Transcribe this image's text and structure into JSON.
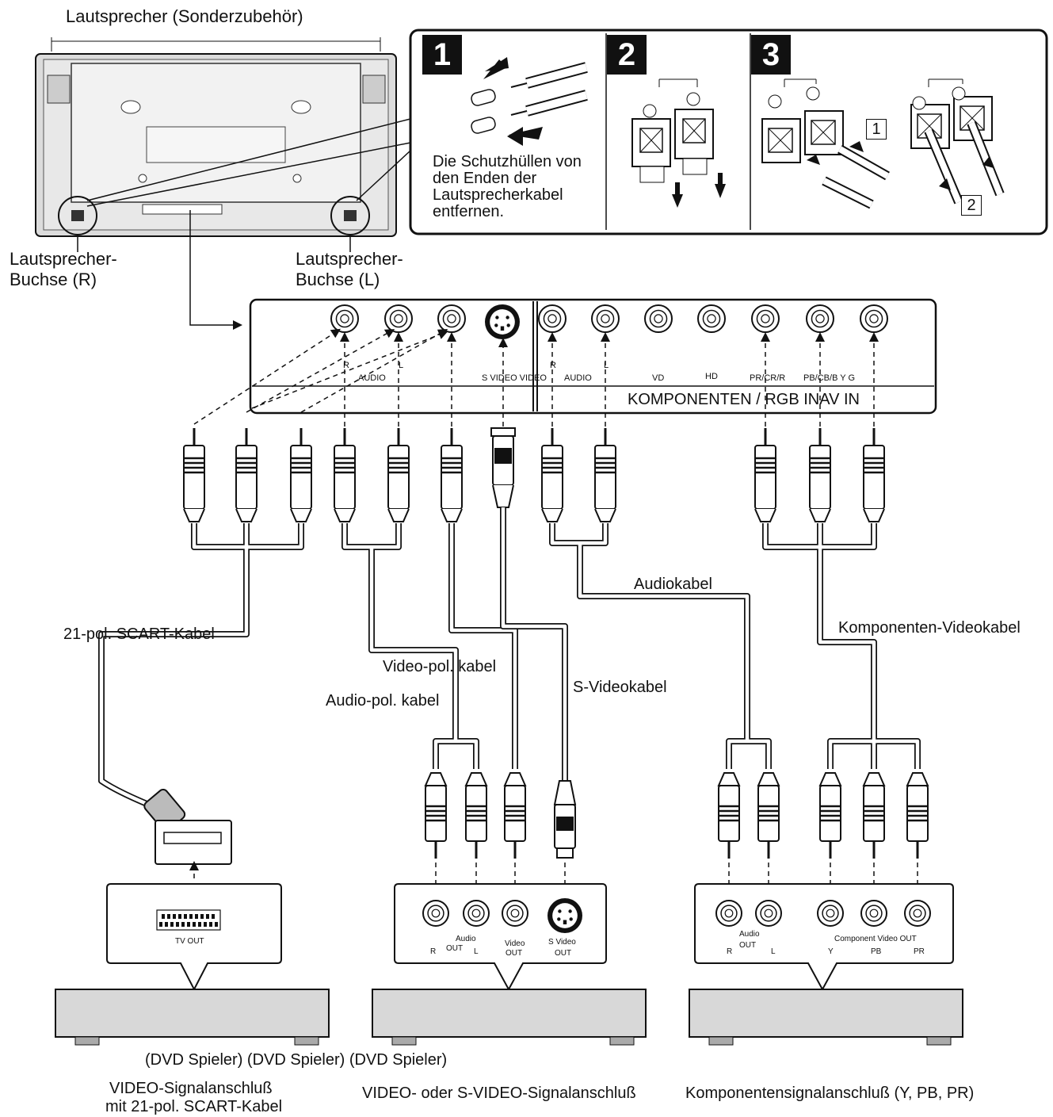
{
  "top": {
    "speakers_label": "Lautsprecher (Sonderzubehör)",
    "jack_r_line1": "Lautsprecher-",
    "jack_r_line2": "Buchse (R)",
    "jack_l_line1": "Lautsprecher-",
    "jack_l_line2": "Buchse (L)"
  },
  "steps": {
    "step1_num": "1",
    "step2_num": "2",
    "step3_num": "3",
    "step1_text": [
      "Die Schutzhüllen von",
      "den Enden der",
      "Lautsprecherkabel",
      "entfernen."
    ],
    "sub1": "1",
    "sub2": "2"
  },
  "panel": {
    "audio_left": "AUDIO",
    "r1": "R",
    "l1": "L",
    "svideo_video": "S VIDEO VIDEO",
    "audio_right": "AUDIO",
    "r2": "R",
    "l2": "L",
    "vd": "VD",
    "hd": "HD",
    "pr": "PR/CR/R",
    "pb": "PB/CB/B Y G",
    "caption": "KOMPONENTEN / RGB INAV IN"
  },
  "cables": {
    "scart": "21-pol. SCART-Kabel",
    "video_pol": "Video-pol. kabel",
    "audio_pol": "Audio-pol. kabel",
    "svideo": "S-Videokabel",
    "audio": "Audiokabel",
    "component": "Komponenten-Videokabel"
  },
  "sources": {
    "tv_out": "TV OUT",
    "mid_r": "R",
    "mid_audio": "Audio",
    "mid_out1": "OUT",
    "mid_l": "L",
    "mid_video": "Video",
    "mid_out2": "OUT",
    "mid_svideo": "S Video",
    "mid_out3": "OUT",
    "right_r": "R",
    "right_audio": "Audio",
    "right_out": "OUT",
    "right_l": "L",
    "right_comp": "Component Video OUT",
    "right_y": "Y",
    "right_pb": "PB",
    "right_pr": "PR"
  },
  "players": {
    "caption": "(DVD Spieler) (DVD Spieler) (DVD Spieler)"
  },
  "bottom": {
    "left_line1": "VIDEO-Signalanschluß",
    "left_line2": "mit 21-pol. SCART-Kabel",
    "center": "VIDEO- oder S-VIDEO-Signalanschluß",
    "right": "Komponentensignalanschluß (Y, PB, PR)"
  }
}
